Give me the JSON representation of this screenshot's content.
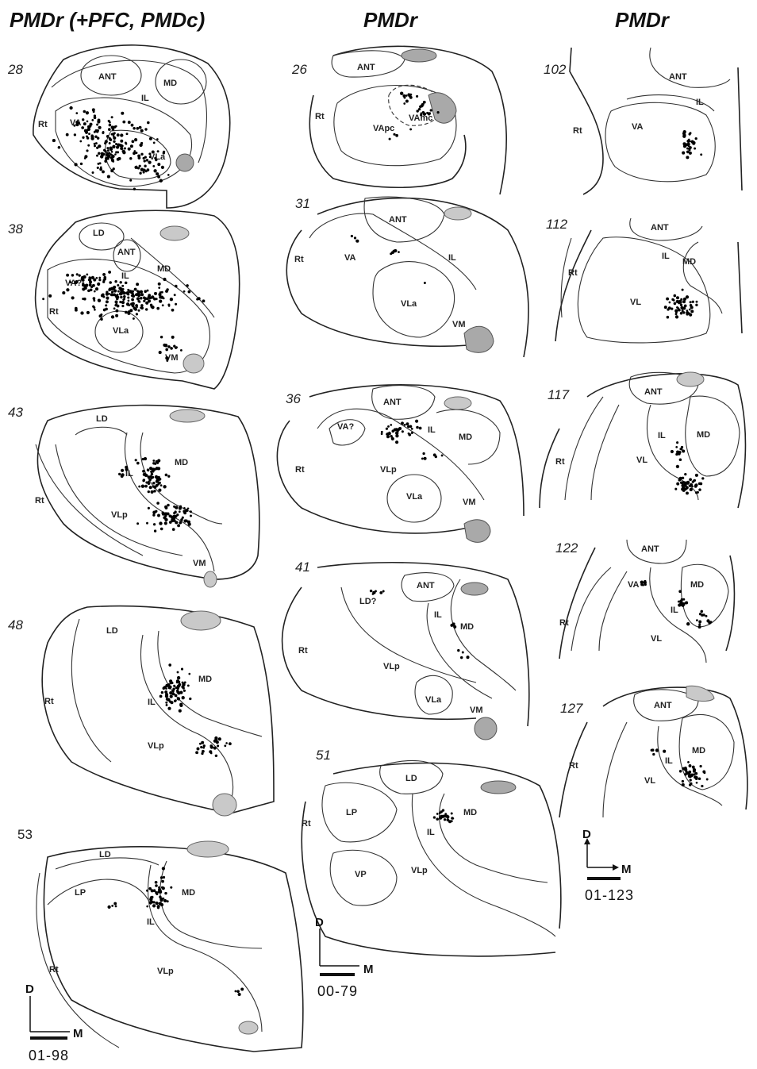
{
  "columns": [
    {
      "title": "PMDr (+PFC, PMDc)"
    },
    {
      "title": "PMDr"
    },
    {
      "title": "PMDr"
    }
  ],
  "sections": [
    {
      "id": "28",
      "labels": [
        "ANT",
        "MD",
        "IL",
        "Rt",
        "VA",
        "VLa"
      ]
    },
    {
      "id": "38",
      "labels": [
        "LD",
        "ANT",
        "MD",
        "IL",
        "VA?",
        "Rt",
        "VLa",
        "VM"
      ]
    },
    {
      "id": "43",
      "labels": [
        "LD",
        "MD",
        "IL",
        "Rt",
        "VLp",
        "VM"
      ]
    },
    {
      "id": "48",
      "labels": [
        "LD",
        "MD",
        "Rt",
        "IL",
        "VLp"
      ]
    },
    {
      "id": "53",
      "labels": [
        "LD",
        "LP",
        "MD",
        "IL",
        "Rt",
        "VLp"
      ]
    },
    {
      "id": "26",
      "labels": [
        "ANT",
        "Rt",
        "VAmc",
        "VApc"
      ]
    },
    {
      "id": "31",
      "labels": [
        "ANT",
        "Rt",
        "VA",
        "IL",
        "VLa",
        "VM"
      ]
    },
    {
      "id": "36",
      "labels": [
        "ANT",
        "VA?",
        "IL",
        "MD",
        "Rt",
        "VLp",
        "VLa",
        "VM"
      ]
    },
    {
      "id": "41",
      "labels": [
        "ANT",
        "LD?",
        "IL",
        "MD",
        "Rt",
        "VLp",
        "VLa",
        "VM"
      ]
    },
    {
      "id": "51",
      "labels": [
        "LD",
        "Rt",
        "LP",
        "MD",
        "IL",
        "VP",
        "VLp"
      ]
    },
    {
      "id": "102",
      "labels": [
        "ANT",
        "IL",
        "Rt",
        "VA"
      ]
    },
    {
      "id": "112",
      "labels": [
        "ANT",
        "IL",
        "MD",
        "Rt",
        "VL"
      ]
    },
    {
      "id": "117",
      "labels": [
        "ANT",
        "IL",
        "MD",
        "Rt",
        "VL"
      ]
    },
    {
      "id": "122",
      "labels": [
        "ANT",
        "VA",
        "MD",
        "IL",
        "Rt",
        "VL"
      ]
    },
    {
      "id": "127",
      "labels": [
        "ANT",
        "MD",
        "Rt",
        "IL",
        "VL"
      ]
    }
  ],
  "scalebars": [
    {
      "id": "01-98",
      "dorsal": "D",
      "medial": "M"
    },
    {
      "id": "00-79",
      "dorsal": "D",
      "medial": "M"
    },
    {
      "id": "01-123",
      "dorsal": "D",
      "medial": "M"
    }
  ],
  "colors": {
    "vessel": "#a9a9a9",
    "label_dots": "#000000",
    "outline": "#222222"
  }
}
